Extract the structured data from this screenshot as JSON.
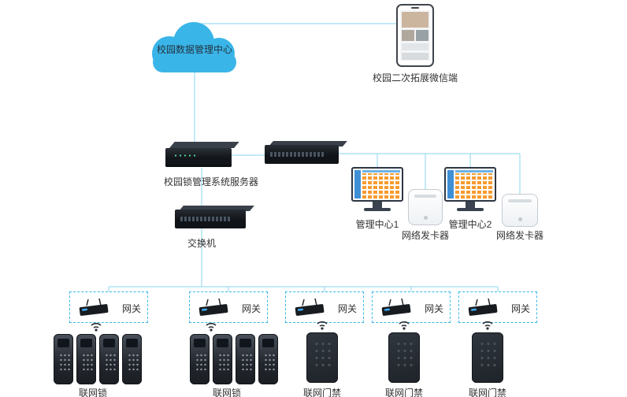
{
  "colors": {
    "accent_cyan": "#35b8e8",
    "connector_line": "#9ddcf3",
    "cloud_fill": "#3ab5e8",
    "device_dark": "#16191e"
  },
  "nodes": {
    "cloud": {
      "label": "校园数据管理中心"
    },
    "phone": {
      "label": "校园二次拓展微信端"
    },
    "server": {
      "label": "校园锁管理系统服务器"
    },
    "switch": {
      "label": "交换机"
    },
    "mgmt1": {
      "label": "管理中心1"
    },
    "issuer1": {
      "label": "网络发卡器"
    },
    "mgmt2": {
      "label": "管理中心2"
    },
    "issuer2": {
      "label": "网络发卡器"
    }
  },
  "gateways": [
    {
      "label": "网关"
    },
    {
      "label": "网关"
    },
    {
      "label": "网关"
    },
    {
      "label": "网关"
    },
    {
      "label": "网关"
    }
  ],
  "endpoints": [
    {
      "label": "联网锁"
    },
    {
      "label": "联网锁"
    },
    {
      "label": "联网门禁"
    },
    {
      "label": "联网门禁"
    },
    {
      "label": "联网门禁"
    }
  ]
}
